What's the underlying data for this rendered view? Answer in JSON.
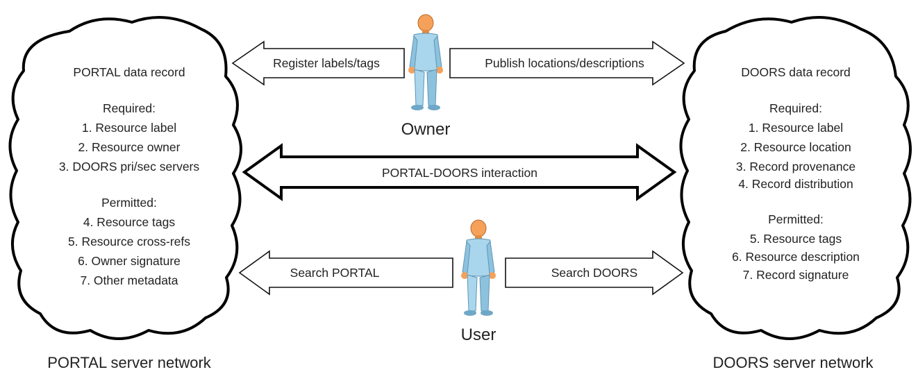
{
  "portal_cloud": {
    "title": "PORTAL data record",
    "required_heading": "Required:",
    "required_items": [
      "1. Resource label",
      "2. Resource owner",
      "3. DOORS pri/sec servers"
    ],
    "permitted_heading": "Permitted:",
    "permitted_items": [
      "4. Resource tags",
      "5. Resource cross-refs",
      "6. Owner signature",
      "7. Other metadata"
    ]
  },
  "doors_cloud": {
    "title": "DOORS data record",
    "required_heading": "Required:",
    "required_items": [
      "1. Resource label",
      "2. Resource location",
      "3. Record provenance",
      "4. Record distribution"
    ],
    "permitted_heading": "Permitted:",
    "permitted_items": [
      "5. Resource tags",
      "6. Resource description",
      "7. Record signature"
    ]
  },
  "arrows": {
    "register": "Register labels/tags",
    "publish": "Publish locations/descriptions",
    "interaction": "PORTAL-DOORS interaction",
    "search_portal": "Search PORTAL",
    "search_doors": "Search DOORS"
  },
  "actors": {
    "owner": "Owner",
    "user": "User"
  },
  "networks": {
    "portal": "PORTAL server network",
    "doors": "DOORS server network"
  },
  "colors": {
    "skin": "#f5a15a",
    "body": "#a9d6ec",
    "body_shadow": "#6fa8c6"
  }
}
